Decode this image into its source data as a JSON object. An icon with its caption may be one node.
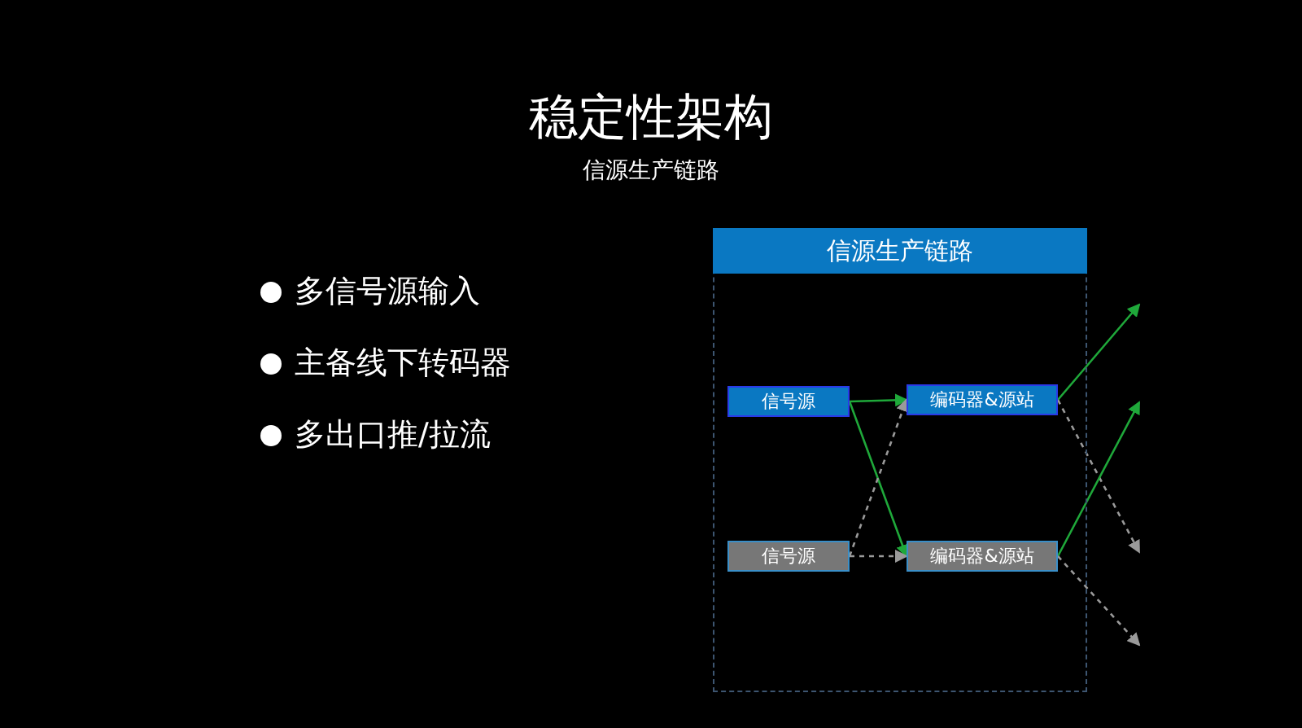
{
  "diagram": {
    "title": "稳定性架构",
    "nodes": [
      {
        "text": [
          "信源生产链路"
        ]
      },
      {
        "text": [
          "信号源"
        ],
        "in": 0
      },
      {
        "text": [
          "编码器&源站"
        ],
        "in": 0
      },
      {
        "text": [
          "信号源"
        ],
        "in": 0
      },
      {
        "text": [
          "编码器&源站"
        ],
        "in": 0
      }
    ],
    "edges": [
      {
        "from": 1,
        "to": 2,
        "arrow": "to",
        "color": "#1fa83a"
      },
      {
        "from": 1,
        "to": 4,
        "arrow": "to",
        "color": "#1fa83a"
      },
      {
        "from": 3,
        "to": 4,
        "arrow": "to",
        "style": "dashed",
        "color": "#9a9a9a"
      },
      {
        "from": 3,
        "to": 2,
        "arrow": "to",
        "style": "dashed",
        "color": "#9a9a9a"
      },
      {
        "from": 2,
        "to": null,
        "arrow": "to",
        "color": "#1fa83a"
      },
      {
        "from": 2,
        "to": null,
        "arrow": "to",
        "style": "dashed",
        "color": "#9a9a9a"
      },
      {
        "from": 4,
        "to": null,
        "arrow": "to",
        "color": "#1fa83a"
      },
      {
        "from": 4,
        "to": null,
        "arrow": "to",
        "style": "dashed",
        "color": "#9a9a9a"
      }
    ],
    "labels": [
      "信源生产链路",
      "多信号源输入",
      "主备线下转码器",
      "多出口推/拉流"
    ]
  }
}
